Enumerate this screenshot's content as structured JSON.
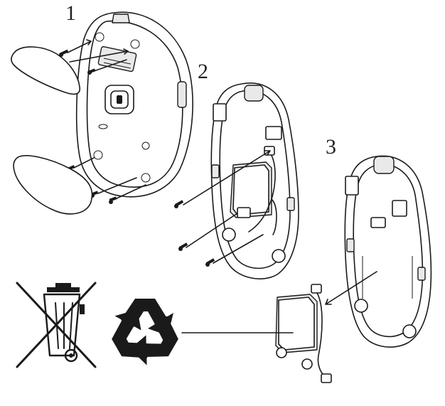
{
  "steps": [
    {
      "number": "1"
    },
    {
      "number": "2"
    },
    {
      "number": "3"
    }
  ],
  "symbols": {
    "bin": "crossed-out-wheelie-bin-icon",
    "recycle": "recycle-arrows-icon"
  },
  "colors": {
    "line": "#1a1a1a",
    "background": "#ffffff"
  }
}
